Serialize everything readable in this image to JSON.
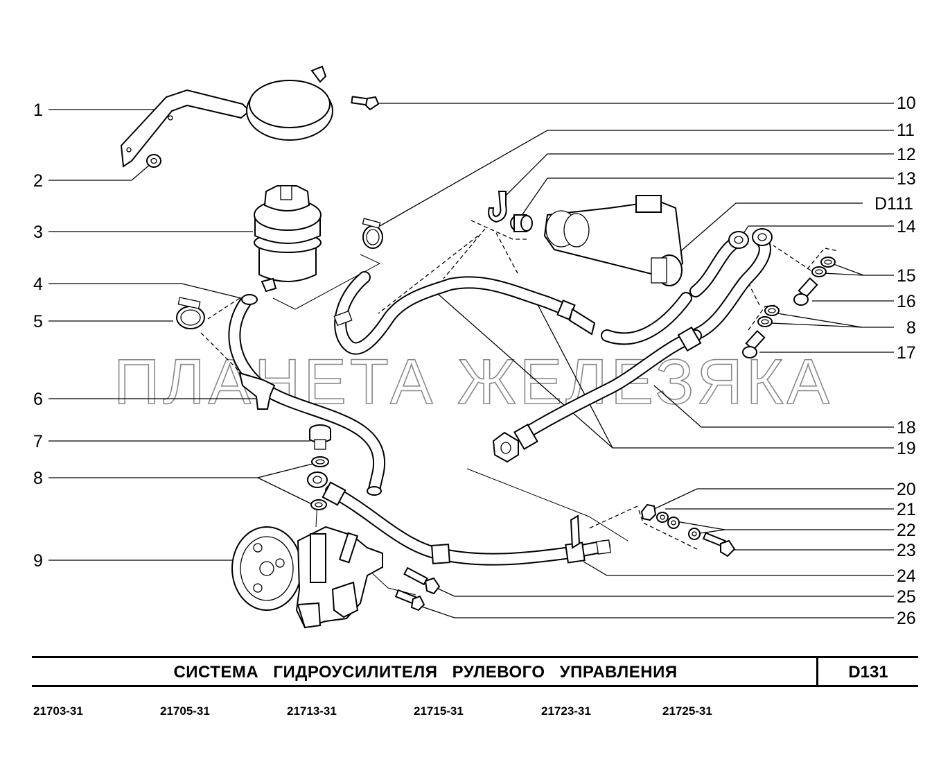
{
  "title": "СИСТЕМА  ГИДРОУСИЛИТЕЛЯ  РУЛЕВОГО  УПРАВЛЕНИЯ",
  "code": "D131",
  "watermark": "ПЛАНЕТА ЖЕЛЕЗЯКА",
  "models": [
    "21703-31",
    "21705-31",
    "21713-31",
    "21715-31",
    "21723-31",
    "21725-31"
  ],
  "callouts_left": [
    "1",
    "2",
    "3",
    "4",
    "5",
    "6",
    "7",
    "8",
    "9"
  ],
  "callouts_right": [
    "10",
    "11",
    "12",
    "13",
    "D111",
    "14",
    "15",
    "16",
    "8",
    "17",
    "18",
    "19",
    "20",
    "21",
    "22",
    "23",
    "24",
    "25",
    "26"
  ]
}
